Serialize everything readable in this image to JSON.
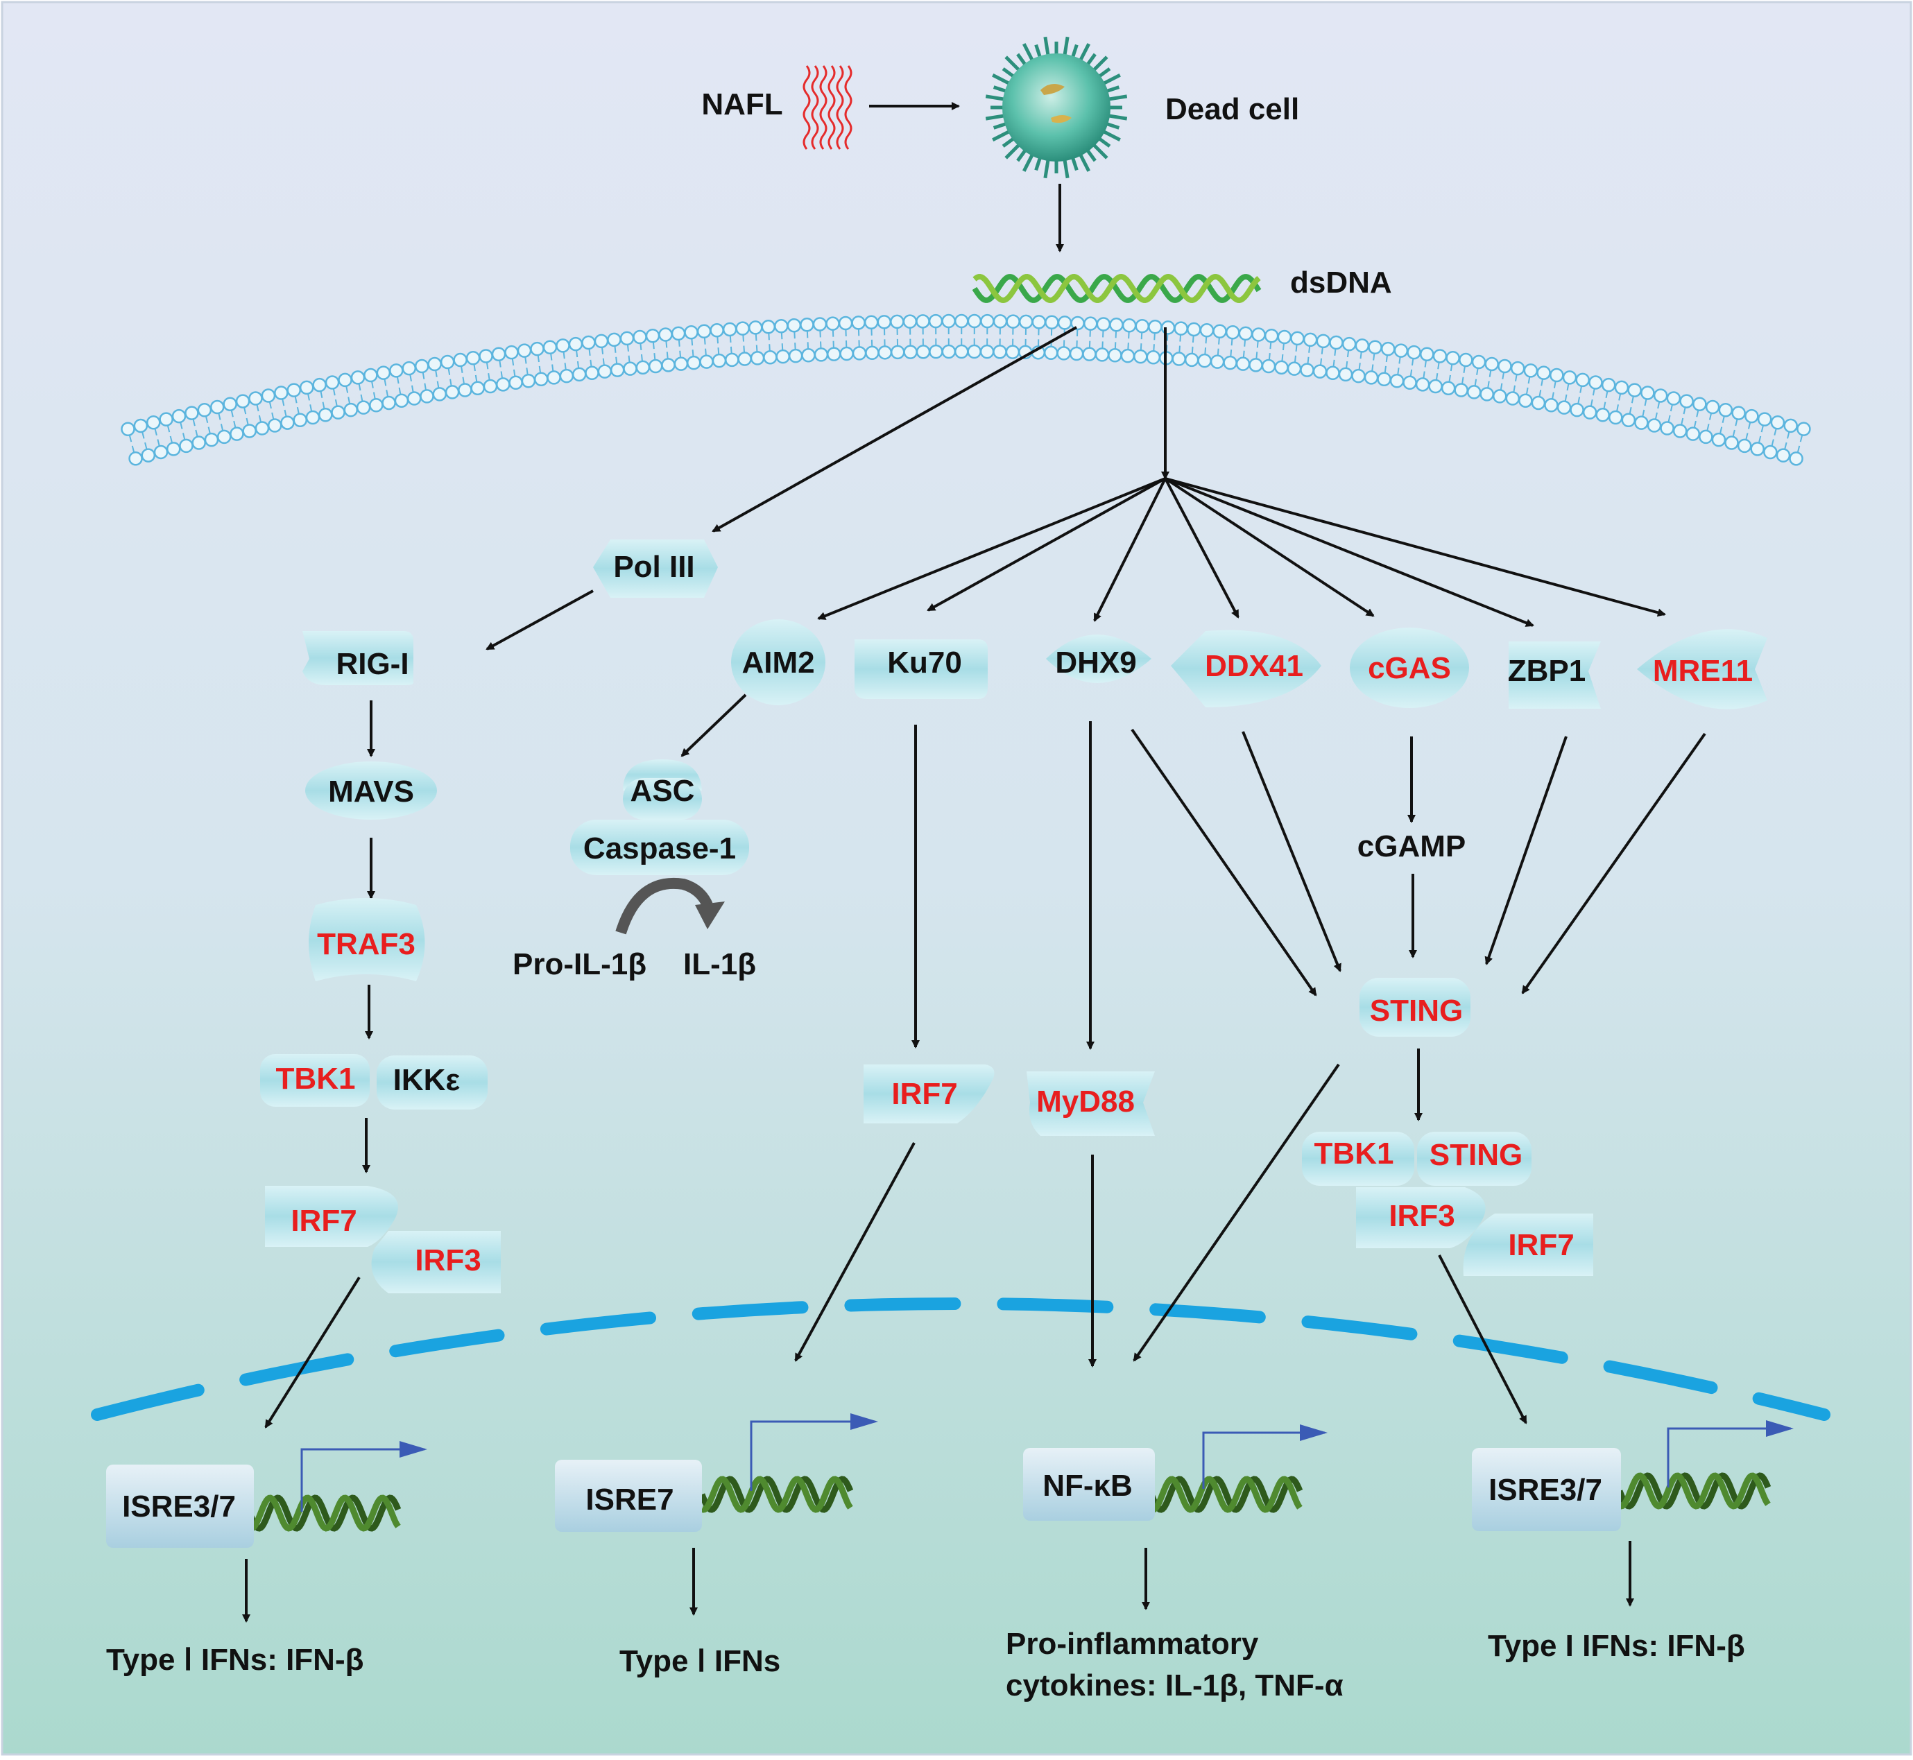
{
  "top": {
    "nafl": "NAFL",
    "dead_cell": "Dead cell",
    "dsdna": "dsDNA"
  },
  "sensors": {
    "pol3": "Pol III",
    "rigi": "RIG-I",
    "aim2": "AIM2",
    "ku70": "Ku70",
    "dhx9": "DHX9",
    "ddx41": "DDX41",
    "cgas": "cGAS",
    "zbp1": "ZBP1",
    "mre11": "MRE11"
  },
  "left_path": {
    "mavs": "MAVS",
    "traf3": "TRAF3",
    "tbk1": "TBK1",
    "ikke": "IKKε",
    "irf7": "IRF7",
    "irf3": "IRF3"
  },
  "aim2_path": {
    "asc": "ASC",
    "caspase1": "Caspase-1",
    "pro_il1b": "Pro-IL-1β",
    "il1b": "IL-1β"
  },
  "middle": {
    "irf7": "IRF7",
    "myd88": "MyD88"
  },
  "sting_path": {
    "cgamp": "cGAMP",
    "sting": "STING",
    "tbk1": "TBK1",
    "sting2": "STING",
    "irf3": "IRF3",
    "irf7": "IRF7"
  },
  "nucleus": {
    "promoter1": "ISRE3/7",
    "promoter2": "ISRE7",
    "promoter3": "NF-κB",
    "promoter4": "ISRE3/7"
  },
  "outputs": {
    "out1": "Type Ⅰ IFNs: IFN-β",
    "out2": "Type Ⅰ IFNs",
    "out3_line1": "Pro-inflammatory",
    "out3_line2": "cytokines: IL-1β, TNF-α",
    "out4": "Type I IFNs: IFN-β"
  },
  "colors": {
    "red_label": "#e81e1e",
    "black_label": "#111111",
    "box_fill": "#bfe7ee",
    "nuclear_membrane": "#1aa3e0",
    "dna_green": "#2e5a1c",
    "arrow_blue": "#3b5bb5"
  }
}
